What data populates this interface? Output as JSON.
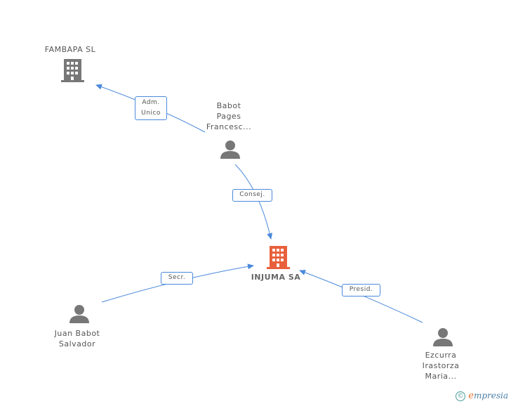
{
  "nodes": {
    "fambapa": {
      "label": "FAMBAPA SL",
      "type": "company"
    },
    "injuma": {
      "label": "INJUMA SA",
      "type": "company-main"
    },
    "babot_pages": {
      "label_lines": [
        "Babot",
        "Pages",
        "Francesc..."
      ],
      "type": "person"
    },
    "juan_babot": {
      "label_lines": [
        "Juan Babot",
        "Salvador"
      ],
      "type": "person"
    },
    "ezcurra": {
      "label_lines": [
        "Ezcurra",
        "Irastorza",
        "Maria..."
      ],
      "type": "person"
    }
  },
  "edges": {
    "adm_unico": {
      "label_lines": [
        "Adm.",
        "Unico"
      ]
    },
    "consej": {
      "label": "Consej."
    },
    "secr": {
      "label": "Secr."
    },
    "presid": {
      "label": "Presid."
    }
  },
  "brand": {
    "copyright": "©",
    "e": "e",
    "rest": "mpresia"
  },
  "colors": {
    "edge": "#4a89dc",
    "main_icon": "#e8603c",
    "icon": "#777777"
  }
}
